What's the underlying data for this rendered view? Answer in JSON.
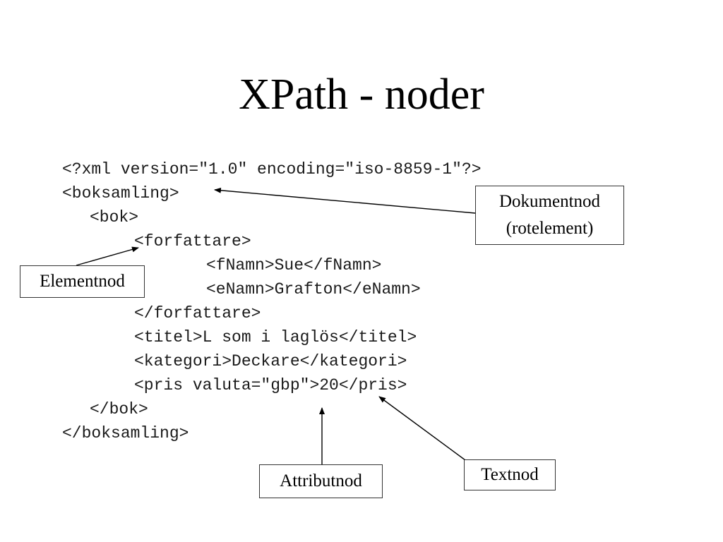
{
  "slide": {
    "title": "XPath - noder"
  },
  "code": {
    "lines": [
      "<?xml version=\"1.0\" encoding=\"iso-8859-1\"?>",
      "<boksamling>",
      "<bok>",
      "<forfattare>",
      "<fNamn>Sue</fNamn>",
      "<eNamn>Grafton</eNamn>",
      "</forfattare>",
      "<titel>L som i laglös</titel>",
      "<kategori>Deckare</kategori>",
      "<pris valuta=\"gbp\">20</pris>",
      "</bok>",
      "</boksamling>"
    ]
  },
  "labels": {
    "dokumentnod": "Dokumentnod",
    "rotelement": "(rotelement)",
    "elementnod": "Elementnod",
    "attributnod": "Attributnod",
    "textnod": "Textnod"
  }
}
